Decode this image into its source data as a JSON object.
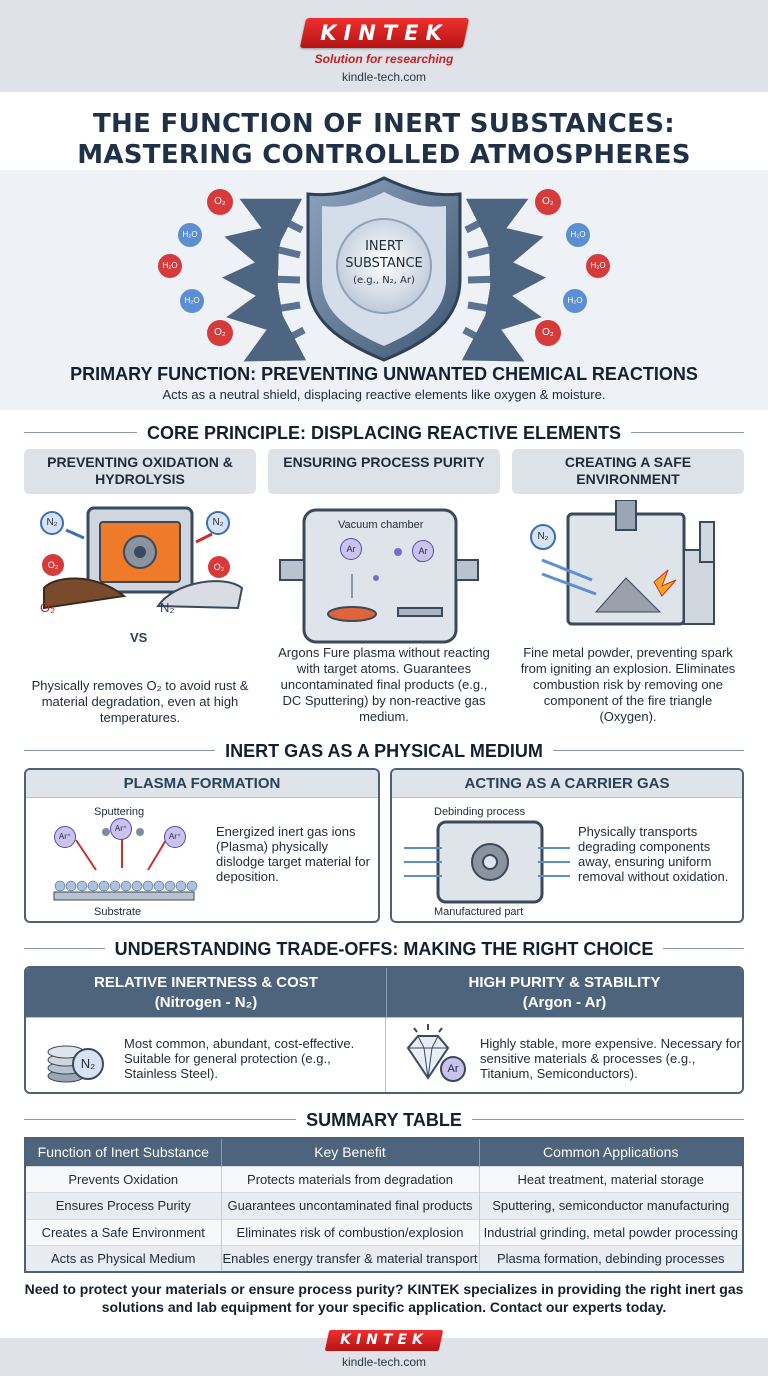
{
  "brand": {
    "logo": "KINTEK",
    "tagline": "Solution for researching",
    "site": "kindle-tech.com"
  },
  "title": {
    "line1": "THE FUNCTION OF INERT SUBSTANCES:",
    "line2": "MASTERING CONTROLLED ATMOSPHERES"
  },
  "hero": {
    "shield_line1": "INERT",
    "shield_line2": "SUBSTANCE",
    "shield_line3": "(e.g., N₂, Ar)",
    "molecules_left": [
      "O₂",
      "H₂O",
      "H₂O",
      "H₂O",
      "O₂"
    ],
    "molecules_right": [
      "O₂",
      "H₂O",
      "H₂O",
      "H₂O",
      "O₂"
    ],
    "primary_title": "PRIMARY FUNCTION: PREVENTING UNWANTED CHEMICAL REACTIONS",
    "primary_sub": "Acts as a neutral shield, displacing reactive elements like oxygen & moisture."
  },
  "core": {
    "heading": "CORE PRINCIPLE: DISPLACING REACTIVE ELEMENTS",
    "columns": [
      {
        "tag": "PREVENTING OXIDATION & HYDROLYSIS",
        "labels": [
          "N₂",
          "N₂",
          "O₂",
          "O₂",
          "O₂",
          "VS",
          "N₂"
        ],
        "text": "Physically removes O₂ to avoid rust & material degradation, even at high temperatures."
      },
      {
        "tag": "ENSURING PROCESS PURITY",
        "labels": [
          "Vacuum chamber",
          "Ar",
          "Ar"
        ],
        "text": "Argons Fure plasma without reacting with target atoms. Guarantees uncontaminated final products (e.g., DC Sputtering) by non-reactive gas medium."
      },
      {
        "tag": "CREATING A SAFE ENVIRONMENT",
        "labels": [
          "N₂"
        ],
        "text": "Fine metal powder, preventing spark from igniting an explosion. Eliminates combustion risk by removing one component of the fire triangle (Oxygen)."
      }
    ]
  },
  "medium": {
    "heading": "INERT GAS AS A PHYSICAL MEDIUM",
    "plasma": {
      "title": "PLASMA FORMATION",
      "label_top": "Sputtering",
      "label_bottom": "Substrate",
      "ions": [
        "Ar⁺",
        "Ar⁺",
        "Ar⁺"
      ],
      "text": "Energized inert gas ions (Plasma) physically dislodge target material for deposition."
    },
    "carrier": {
      "title": "ACTING AS A CARRIER GAS",
      "label_top": "Debinding process",
      "label_bottom": "Manufactured part",
      "text": "Physically transports degrading components away, ensuring uniform removal without oxidation."
    }
  },
  "tradeoffs": {
    "heading": "UNDERSTANDING TRADE-OFFS: MAKING THE RIGHT CHOICE",
    "left": {
      "title1": "RELATIVE INERTNESS & COST",
      "title2": "(Nitrogen - N₂)",
      "icon_label": "N₂",
      "text": "Most common, abundant, cost-effective. Suitable for general protection (e.g., Stainless Steel)."
    },
    "right": {
      "title1": "HIGH PURITY & STABILITY",
      "title2": "(Argon - Ar)",
      "icon_label": "Ar",
      "text": "Highly stable, more expensive. Necessary for sensitive materials & processes (e.g., Titanium, Semiconductors)."
    }
  },
  "summary": {
    "heading": "SUMMARY TABLE",
    "headers": [
      "Function of Inert Substance",
      "Key Benefit",
      "Common Applications"
    ],
    "rows": [
      [
        "Prevents Oxidation",
        "Protects materials from degradation",
        "Heat treatment, material storage"
      ],
      [
        "Ensures Process Purity",
        "Guarantees uncontaminated final products",
        "Sputtering, semiconductor manufacturing"
      ],
      [
        "Creates a Safe Environment",
        "Eliminates risk of combustion/explosion",
        "Industrial grinding, metal powder processing"
      ],
      [
        "Acts as Physical Medium",
        "Enables energy transfer & material transport",
        "Plasma formation, debinding processes"
      ]
    ]
  },
  "cta": "Need to protect your materials or ensure process purity? KINTEK specializes in providing the right inert gas solutions and lab equipment for your specific application. Contact our experts today.",
  "footer": {
    "logo": "KINTEK",
    "site": "kindle-tech.com"
  },
  "colors": {
    "brand_red": "#d42020",
    "navy": "#1f3146",
    "header_blue": "#4e647c",
    "oxygen_red": "#d63a3a",
    "water_blue": "#5b8fd1"
  }
}
